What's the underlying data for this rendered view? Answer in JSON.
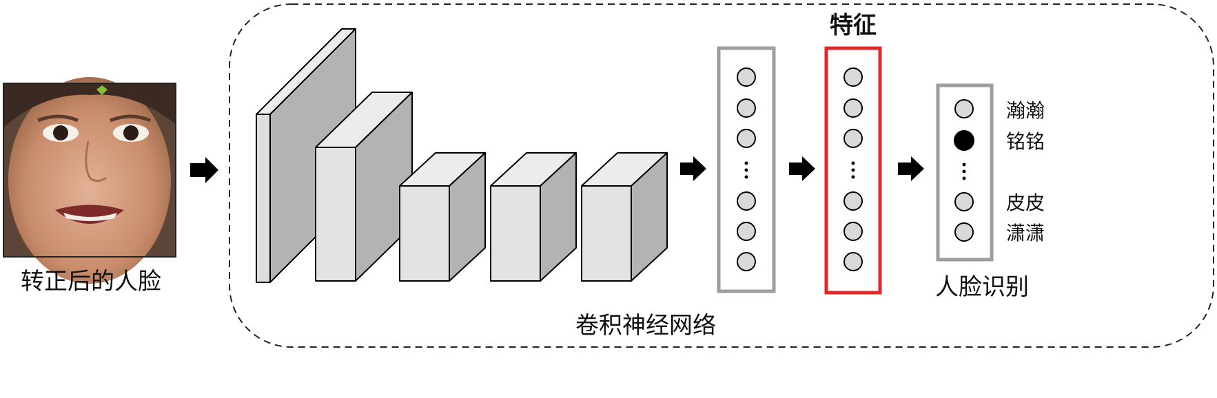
{
  "input": {
    "caption": "转正后的人脸"
  },
  "cnn": {
    "caption": "卷积神经网络"
  },
  "feature": {
    "title": "特征"
  },
  "recognition": {
    "caption": "人脸识别",
    "names": [
      "瀚瀚",
      "铭铭",
      "皮皮",
      "潇潇"
    ],
    "selected": "铭铭"
  },
  "colors": {
    "feature_highlight": "#e02a2a",
    "layer_border": "#9e9e9e",
    "node_fill": "#d9d9d9",
    "selected_node": "#000000"
  }
}
